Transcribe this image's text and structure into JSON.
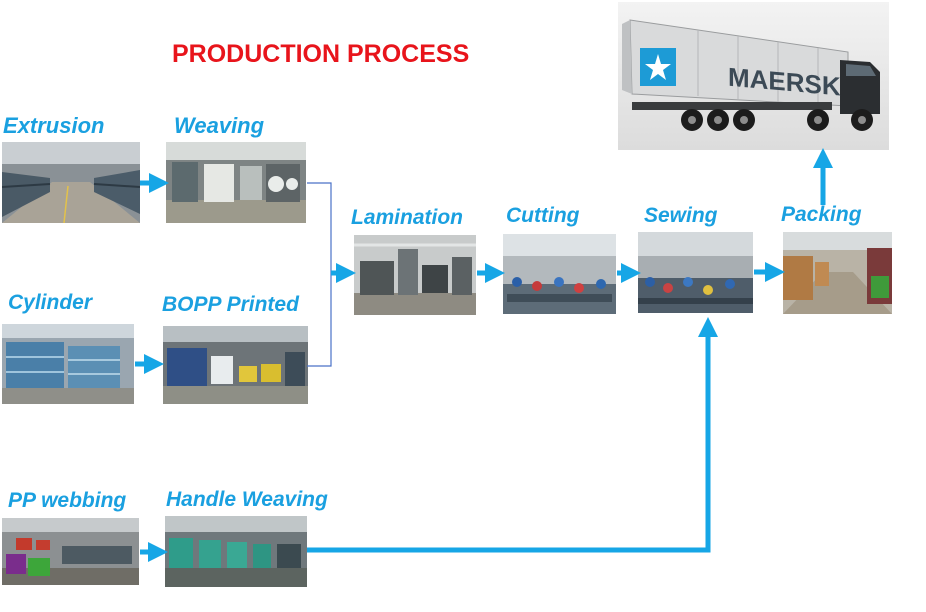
{
  "title": "PRODUCTION PROCESS",
  "steps": {
    "extrusion": "Extrusion",
    "weaving": "Weaving",
    "cylinder": "Cylinder",
    "bopp": "BOPP Printed",
    "lamination": "Lamination",
    "cutting": "Cutting",
    "sewing": "Sewing",
    "packing": "Packing",
    "pp_webbing": "PP webbing",
    "handle_weaving": "Handle Weaving"
  },
  "truck": {
    "brand": "MAERSK"
  },
  "colors": {
    "title": "#e8141b",
    "label": "#1aa0e0",
    "arrow": "#16a6e6",
    "connector": "#4a72c8"
  }
}
